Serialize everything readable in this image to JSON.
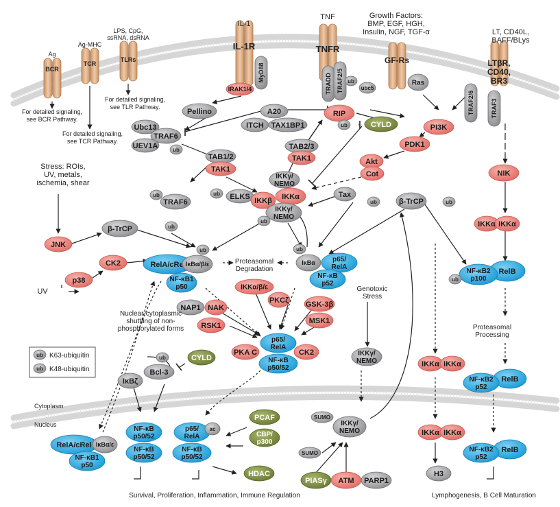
{
  "receptors": {
    "il1": {
      "ligand": "IL-1",
      "name": "IL-1R",
      "irak": "IRAK1/4",
      "myd88": "MyD88"
    },
    "tnf": {
      "ligand": "TNF",
      "name": "TNFR",
      "tradd": "TRADD",
      "traf25": "TRAF2/5"
    },
    "gf": {
      "ligand_lines": [
        "Growth Factors:",
        "BMP, EGF, HGH,",
        "Insulin, NGF, TGF-α"
      ],
      "name": "GF-Rs",
      "ras": "Ras"
    },
    "lt": {
      "ligand_lines": [
        "LT, CD40L,",
        "BAFF/BLys"
      ],
      "name_lines": [
        "LTβR,",
        "CD40,",
        "BR3"
      ],
      "traf26": "TRAF2/6",
      "traf3": "TRAF3"
    },
    "bcr": {
      "ligand": "Ag",
      "name": "BCR",
      "note": [
        "For detailed signaling,",
        "see BCR Pathway."
      ]
    },
    "tcr": {
      "ligand": "Ag-MHC",
      "name": "TCR",
      "note": [
        "For detailed signaling,",
        "see TCR Pathway."
      ]
    },
    "tlr": {
      "ligand_lines": [
        "LPS, CpG,",
        "ssRNA, dsRNA"
      ],
      "name": "TLRs",
      "note": [
        "For detailed signaling,",
        "see TLR Pathway."
      ]
    }
  },
  "nodes": {
    "ub": "ub",
    "ubc5": "ubc5",
    "rip": "RIP",
    "cyld": "CYLD",
    "pi3k": "PI3K",
    "pdk1": "PDK1",
    "akt": "Akt",
    "cot": "Cot",
    "tax": "Tax",
    "pellino": "Pellino",
    "a20": "A20",
    "itch": "ITCH",
    "tax1bp1": "TAX1BP1",
    "ubc13": "Ubc13",
    "traf6": "TRAF6",
    "uev1a": "UEV1A",
    "tab12": "TAB1/2",
    "tak1": "TAK1",
    "tab23": "TAB2/3",
    "ikkg_nemo": "IKKγ/",
    "nemo": "NEMO",
    "elks": "ELKS",
    "ikkb": "IKKβ",
    "ikka": "IKKα",
    "btrcp": "β-TrCP",
    "nik": "NIK",
    "jnk": "JNK",
    "ck2": "CK2",
    "p38": "p38",
    "uv": "UV",
    "rela_crel": "RelA/cRel",
    "ikba_be": "IκBα/β/ε",
    "nfkb1": "NF-κB1",
    "p50": "p50",
    "ikba": "IκBα",
    "p65": "p65/",
    "rela": "RelA",
    "nfkb": "NF-κB",
    "p52": "p52",
    "p50_52": "p50/52",
    "nfkb2": "NF-κB2",
    "p100": "p100",
    "relb": "RelB",
    "ikk_abe": "IKKα/β/ε",
    "pkcz": "PKCζ",
    "gsk3b": "GSK-3β",
    "msk1": "MSK1",
    "nap1": "NAP1",
    "nak": "NAK",
    "rsk1": "RSK1",
    "pkac": "PKA C",
    "bcl3": "Bcl-3",
    "ikbz": "IκBζ",
    "ikba_e": "IκBα/ε",
    "ac": "ac",
    "pcaf": "PCAF",
    "cbp_p300": "CBP/",
    "p300": "p300",
    "hdac": "HDAC",
    "sumo": "SUMO",
    "piasg": "PIASγ",
    "atm": "ATM",
    "parp1": "PARP1",
    "h3": "H3"
  },
  "labels": {
    "stress": [
      "Stress: ROIs,",
      "UV, metals,",
      "ischemia, shear"
    ],
    "proteasomal_degradation": [
      "Proteasomal",
      "Degradation"
    ],
    "proteasomal_processing": [
      "Proteasomal",
      "Processing"
    ],
    "genotoxic": [
      "Genotoxic",
      "Stress"
    ],
    "shuttling": [
      "Nuclear-cytoplasmic",
      "shuttling of non-",
      "phosphorylated forms"
    ],
    "cytoplasm": "Cytoplasm",
    "nucleus": "Nucleus",
    "outcome_left": "Survival, Proliferation, Inflammation, Immune Regulation",
    "outcome_right": "Lymphogenesis, B Cell Maturation"
  },
  "legend": {
    "k63": "K63-ubiquitin",
    "k48": "K48-ubiquitin"
  },
  "colors": {
    "red": "#e8807a",
    "blue": "#29a8df",
    "gray": "#a8a8ab",
    "green": "#7d8c45",
    "receptor": "#dcb08b",
    "membrane": "#c8c8c8"
  }
}
